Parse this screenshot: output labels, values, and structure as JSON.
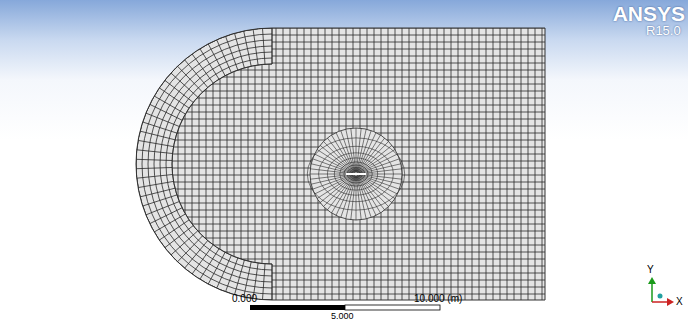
{
  "diagram": {
    "labels": [
      "ANSYS",
      "R15.0",
      "0.000",
      "10.000 (m)",
      "5.000",
      "Y",
      "X"
    ]
  }
}
